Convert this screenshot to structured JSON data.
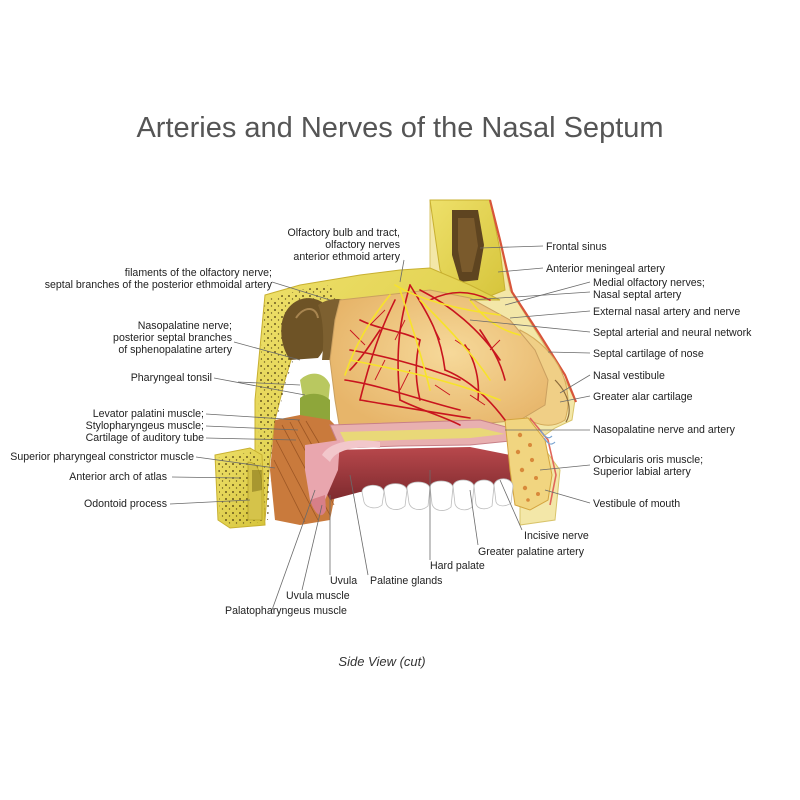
{
  "title": "Arteries and Nerves of the Nasal Septum",
  "caption": "Side View (cut)",
  "labels": {
    "olfactory_bulb": [
      "Olfactory bulb and tract,",
      "olfactory nerves",
      "anterior ethmoid artery"
    ],
    "filaments": [
      "filaments of the olfactory nerve;",
      "septal branches of the posterior ethmoidal artery"
    ],
    "nasopalatine_left": [
      "Nasopalatine nerve;",
      "posterior septal branches",
      "of sphenopalatine artery"
    ],
    "pharyngeal_tonsil": "Pharyngeal tonsil",
    "levator": [
      "Levator palatini muscle;",
      "Stylopharyngeus muscle;",
      "Cartilage of auditory tube"
    ],
    "superior_constrictor": "Superior pharyngeal constrictor muscle",
    "anterior_arch": "Anterior arch of atlas",
    "odontoid": "Odontoid process",
    "palatopharyngeus": "Palatopharyngeus muscle",
    "uvula_muscle": "Uvula muscle",
    "uvula": "Uvula",
    "palatine_glands": "Palatine glands",
    "hard_palate": "Hard palate",
    "greater_palatine": "Greater palatine artery",
    "incisive_nerve": "Incisive nerve",
    "frontal_sinus": "Frontal sinus",
    "anterior_meningeal": "Anterior meningeal artery",
    "medial_olfactory": [
      "Medial olfactory nerves;",
      "Nasal septal artery"
    ],
    "external_nasal": "External nasal artery and nerve",
    "septal_network": "Septal arterial and neural network",
    "septal_cartilage": "Septal cartilage of nose",
    "nasal_vestibule": "Nasal vestibule",
    "greater_alar": "Greater alar cartilage",
    "nasopalatine_right": "Nasopalatine nerve and artery",
    "orbicularis": [
      "Orbicularis oris muscle;",
      "Superior labial artery"
    ],
    "vestibule_mouth": "Vestibule of mouth"
  },
  "colors": {
    "bone_yellow": "#e8d94a",
    "artery_red": "#c8141e",
    "nerve_yellow": "#f4e12a",
    "sinus_brown": "#6e5326",
    "mucosa_pink": "#e59aa0",
    "oral_cavity": "#9e3a3e",
    "muscle_orange": "#c97a3c",
    "teeth": "#ffffff"
  }
}
